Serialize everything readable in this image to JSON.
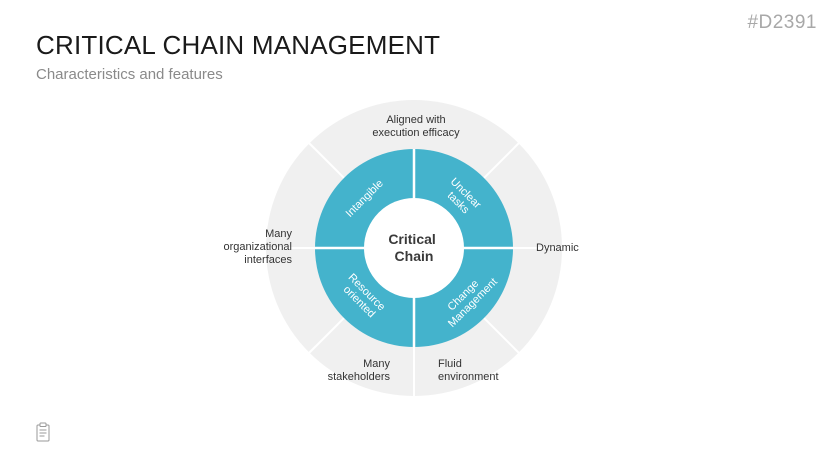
{
  "header": {
    "slide_id": "#D2391",
    "title": "CRITICAL CHAIN MANAGEMENT",
    "subtitle": "Characteristics and features"
  },
  "diagram": {
    "center_lines": [
      "Critical",
      "Chain"
    ],
    "inner_segments": [
      {
        "id": "intangible",
        "lines": [
          "Intangible"
        ]
      },
      {
        "id": "unclear-tasks",
        "lines": [
          "Unclear",
          "tasks"
        ]
      },
      {
        "id": "change-management",
        "lines": [
          "Change",
          "Management"
        ]
      },
      {
        "id": "resource-oriented",
        "lines": [
          "Resource",
          "oriented"
        ]
      }
    ],
    "outer_labels": [
      {
        "id": "aligned",
        "lines": [
          "Aligned with",
          "execution efficacy"
        ]
      },
      {
        "id": "dynamic",
        "lines": [
          "Dynamic"
        ]
      },
      {
        "id": "fluid",
        "lines": [
          "Fluid",
          "environment"
        ]
      },
      {
        "id": "stakeholders",
        "lines": [
          "Many",
          "stakeholders"
        ]
      },
      {
        "id": "interfaces",
        "lines": [
          "Many",
          "organizational",
          "interfaces"
        ]
      }
    ],
    "colors": {
      "outer_ring": "#f0f0f0",
      "inner_ring": "#44b3cc",
      "divider": "#ffffff",
      "center_text": "#3a3a3a"
    }
  },
  "footer": {
    "icon": "clipboard-icon"
  }
}
